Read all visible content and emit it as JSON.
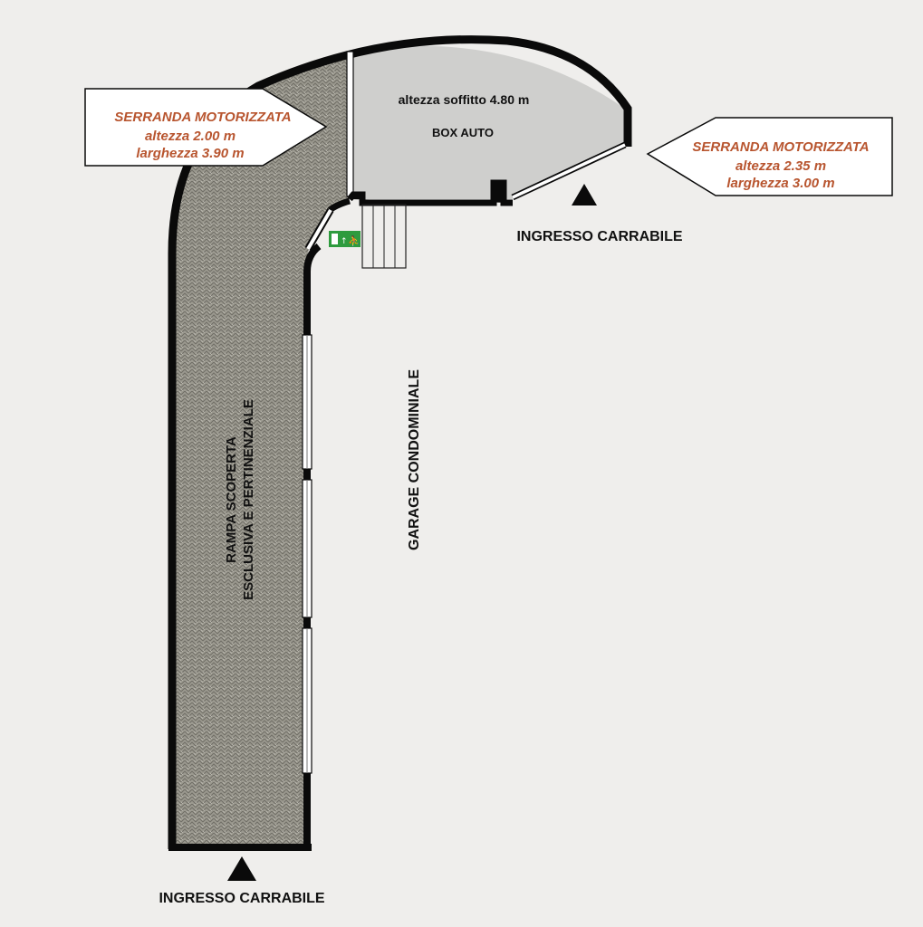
{
  "colors": {
    "background": "#efeeec",
    "wall": "#0a0a0a",
    "ramp_floor": "#9c9a90",
    "box_floor": "#cfcfcd",
    "callout_text": "#b8552f",
    "exit_sign": "#2e9b3e"
  },
  "box_auto": {
    "ceiling": "altezza soffitto 4.80 m",
    "title": "BOX AUTO"
  },
  "callout_left": {
    "title": "SERRANDA MOTORIZZATA",
    "height": "altezza 2.00 m",
    "width": "larghezza 3.90 m"
  },
  "callout_right": {
    "title": "SERRANDA MOTORIZZATA",
    "height": "altezza 2.35 m",
    "width": "larghezza 3.00 m"
  },
  "entrance_top": "INGRESSO CARRABILE",
  "entrance_bottom": "INGRESSO CARRABILE",
  "ramp": {
    "line1": "RAMPA SCOPERTA",
    "line2": "ESCLUSIVA E PERTINENZIALE"
  },
  "garage_label": "GARAGE CONDOMINIALE",
  "icons": [
    "entrance-arrow-icon",
    "emergency-exit-icon",
    "stairs-icon"
  ]
}
